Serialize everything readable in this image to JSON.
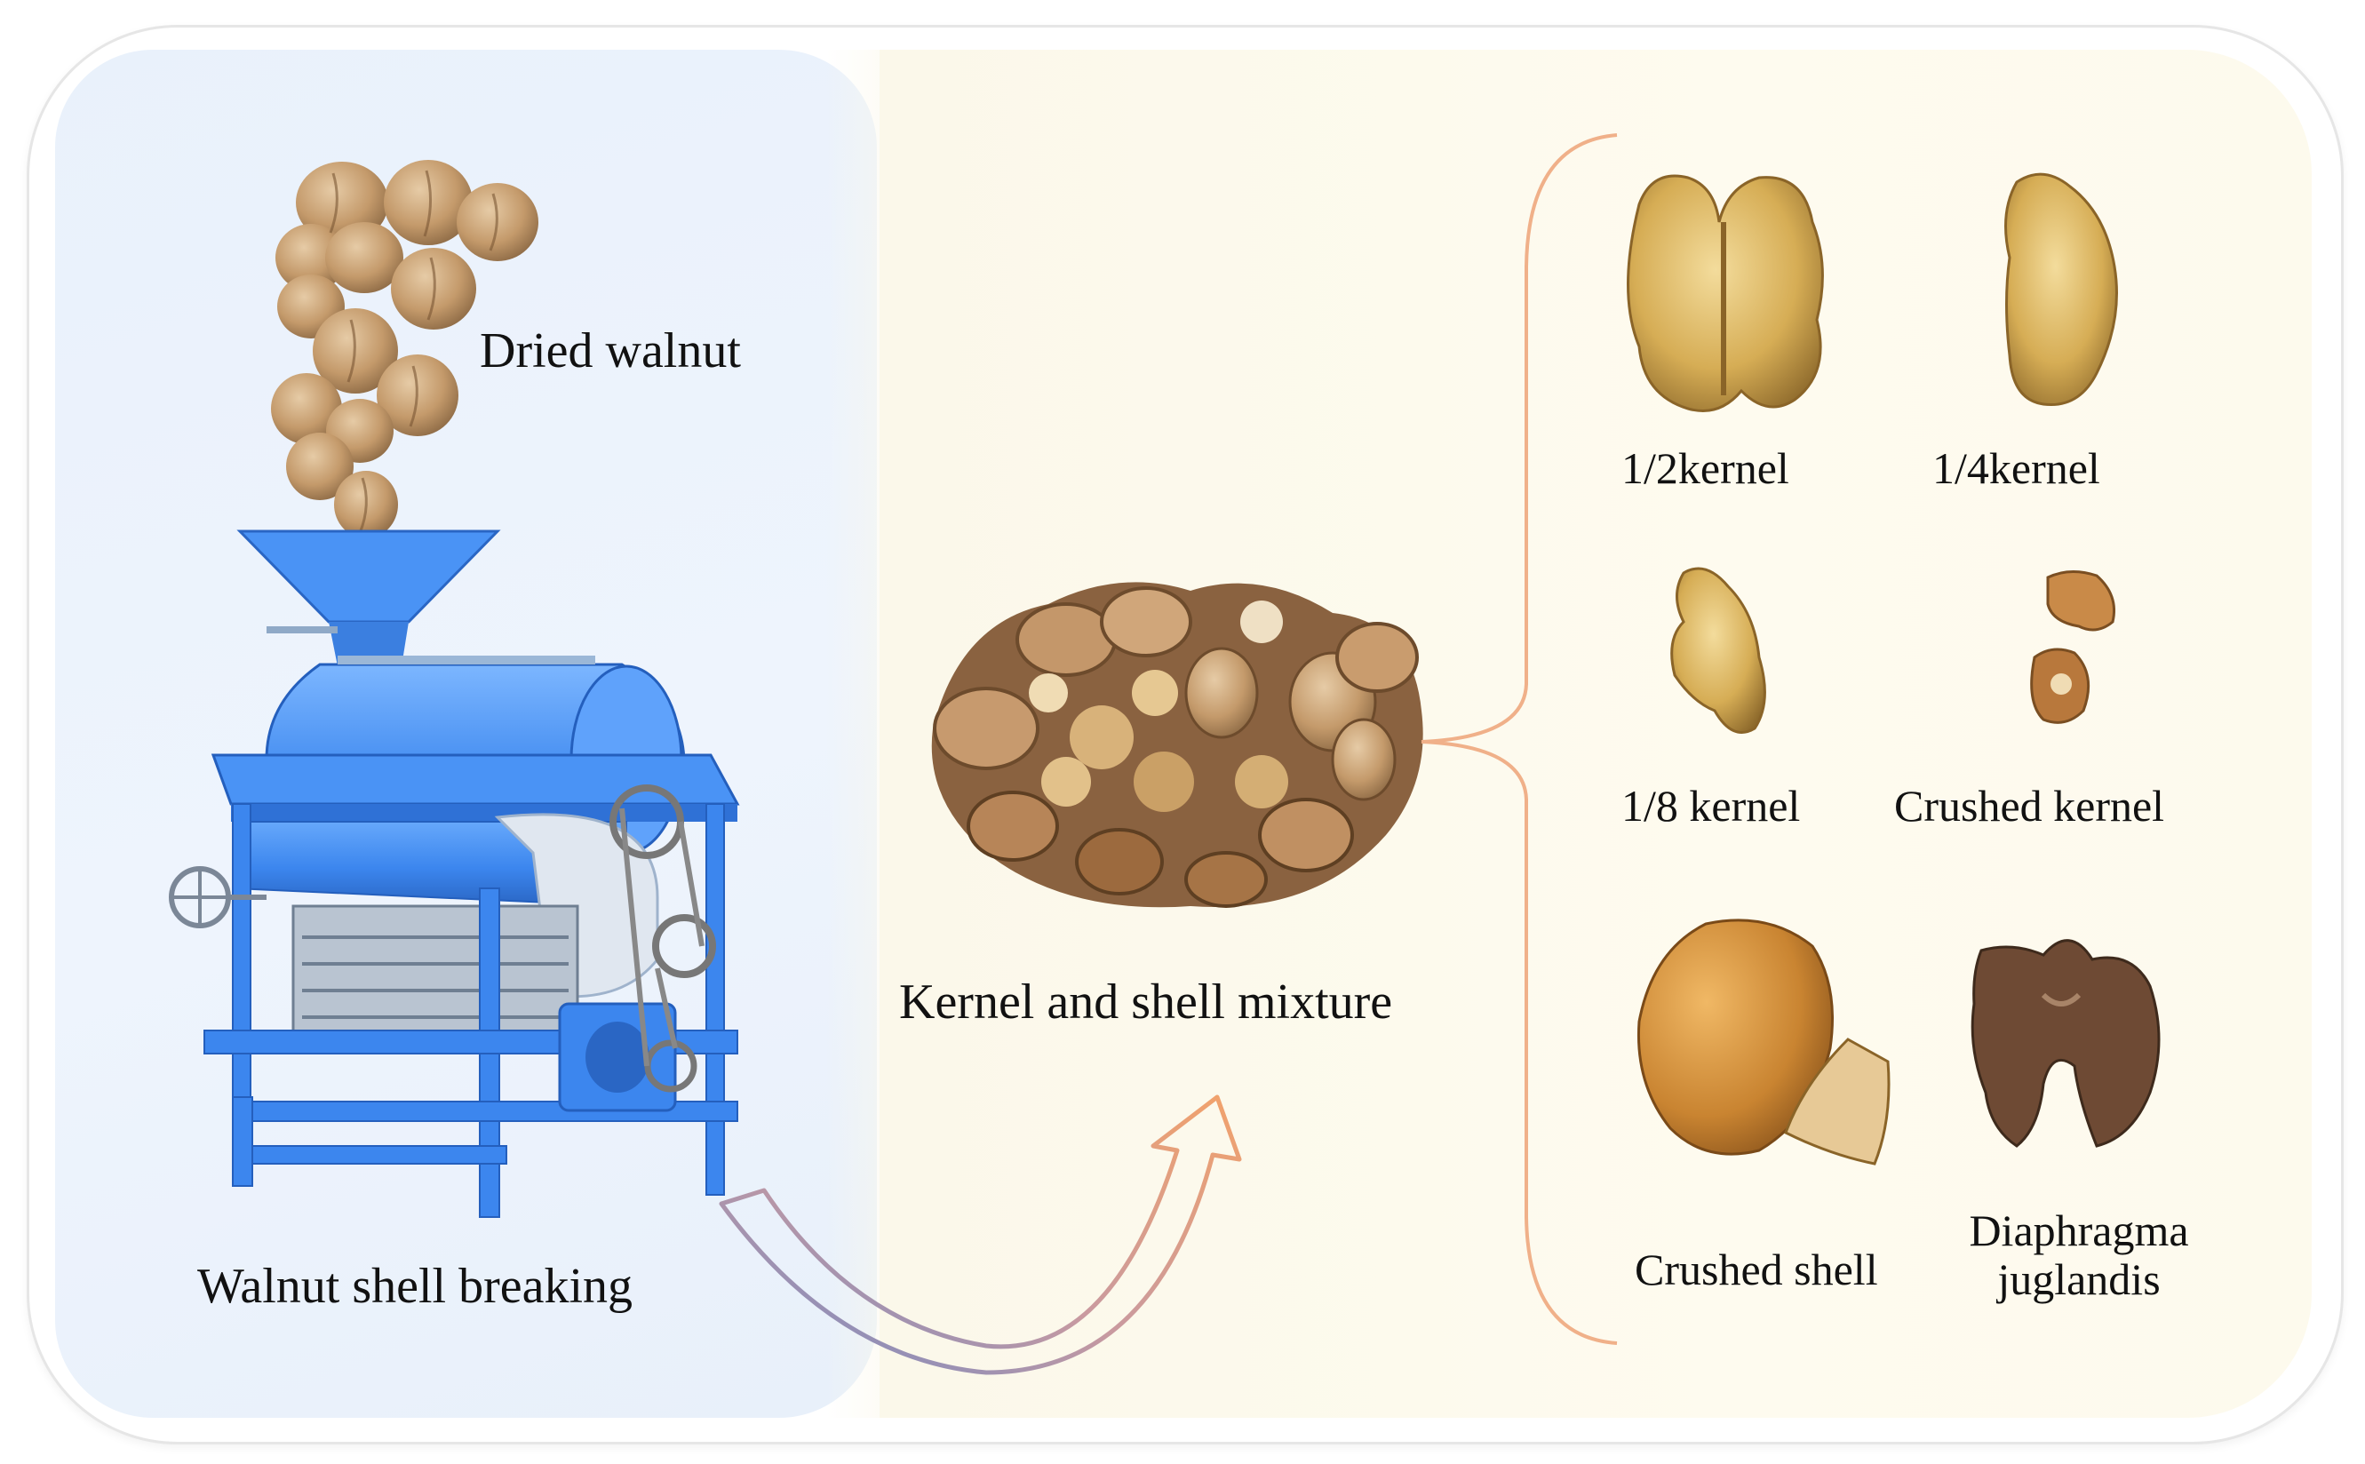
{
  "labels": {
    "dried_walnut": "Dried walnut",
    "shell_breaking": "Walnut shell breaking",
    "mixture": "Kernel and shell mixture",
    "half_kernel": "1/2kernel",
    "quarter_kernel": "1/4kernel",
    "eighth_kernel": "1/8 kernel",
    "crushed_kernel": "Crushed kernel",
    "crushed_shell": "Crushed shell",
    "diaphragma_line1": "Diaphragma",
    "diaphragma_line2": "juglandis"
  },
  "colors": {
    "machine_blue": "#3c86ee",
    "walnut_shell": "#b88955",
    "kernel": "#d9b25a",
    "brace": "#f0b089",
    "arrow_start": "#6b88c7",
    "arrow_end": "#f2a26b",
    "diaphragma": "#6e4a34"
  }
}
